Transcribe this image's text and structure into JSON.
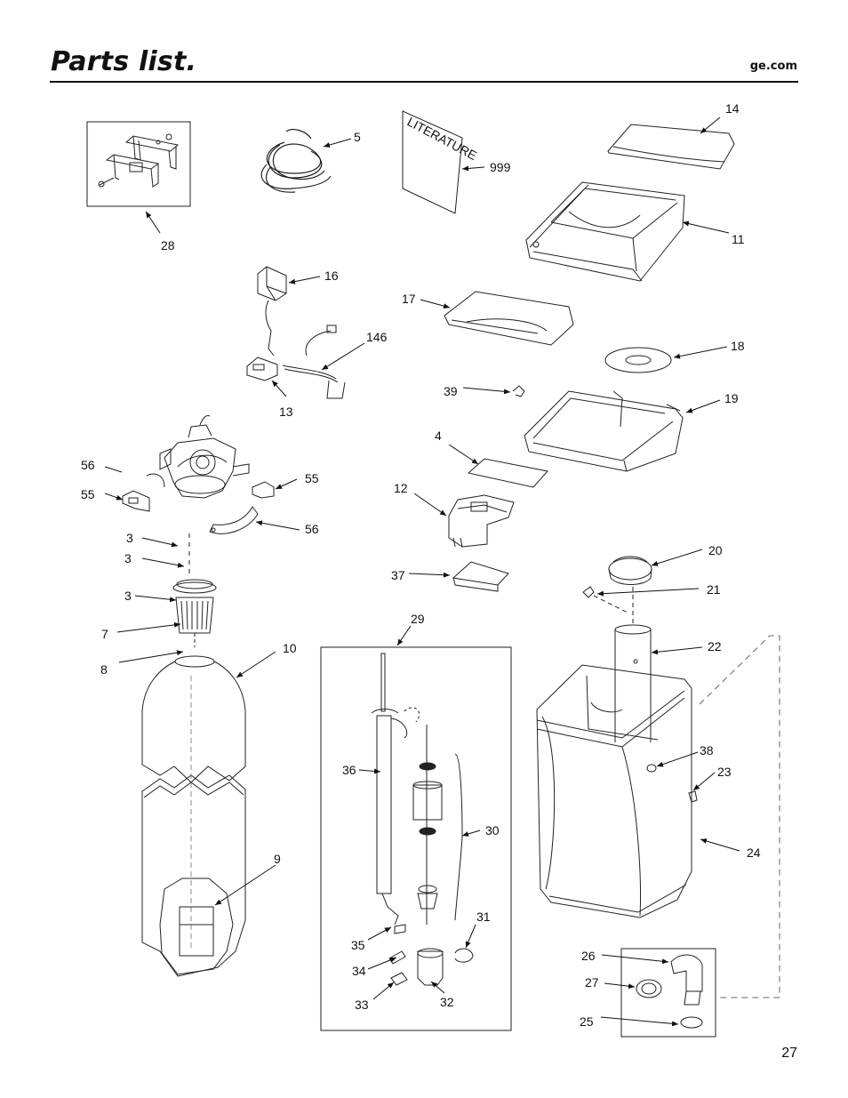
{
  "page": {
    "title": "Parts list.",
    "site": "ge.com",
    "page_number": "27"
  },
  "literature_text": "LITERATURE",
  "callouts": [
    {
      "id": "c28",
      "text": "28"
    },
    {
      "id": "c5",
      "text": "5"
    },
    {
      "id": "c999",
      "text": "999"
    },
    {
      "id": "c14",
      "text": "14"
    },
    {
      "id": "c11",
      "text": "11"
    },
    {
      "id": "c16",
      "text": "16"
    },
    {
      "id": "c17",
      "text": "17"
    },
    {
      "id": "c146",
      "text": "146"
    },
    {
      "id": "c13",
      "text": "13"
    },
    {
      "id": "c18",
      "text": "18"
    },
    {
      "id": "c39",
      "text": "39"
    },
    {
      "id": "c19",
      "text": "19"
    },
    {
      "id": "c4",
      "text": "4"
    },
    {
      "id": "c56a",
      "text": "56"
    },
    {
      "id": "c55a",
      "text": "55"
    },
    {
      "id": "c55b",
      "text": "55"
    },
    {
      "id": "c56b",
      "text": "56"
    },
    {
      "id": "c12",
      "text": "12"
    },
    {
      "id": "c3a",
      "text": "3"
    },
    {
      "id": "c3b",
      "text": "3"
    },
    {
      "id": "c3c",
      "text": "3"
    },
    {
      "id": "c37",
      "text": "37"
    },
    {
      "id": "c20",
      "text": "20"
    },
    {
      "id": "c21",
      "text": "21"
    },
    {
      "id": "c7",
      "text": "7"
    },
    {
      "id": "c8",
      "text": "8"
    },
    {
      "id": "c10",
      "text": "10"
    },
    {
      "id": "c29",
      "text": "29"
    },
    {
      "id": "c22",
      "text": "22"
    },
    {
      "id": "c36",
      "text": "36"
    },
    {
      "id": "c38",
      "text": "38"
    },
    {
      "id": "c23",
      "text": "23"
    },
    {
      "id": "c30",
      "text": "30"
    },
    {
      "id": "c24",
      "text": "24"
    },
    {
      "id": "c9",
      "text": "9"
    },
    {
      "id": "c31",
      "text": "31"
    },
    {
      "id": "c35",
      "text": "35"
    },
    {
      "id": "c34",
      "text": "34"
    },
    {
      "id": "c33",
      "text": "33"
    },
    {
      "id": "c32",
      "text": "32"
    },
    {
      "id": "c26",
      "text": "26"
    },
    {
      "id": "c27",
      "text": "27"
    },
    {
      "id": "c25",
      "text": "25"
    }
  ]
}
